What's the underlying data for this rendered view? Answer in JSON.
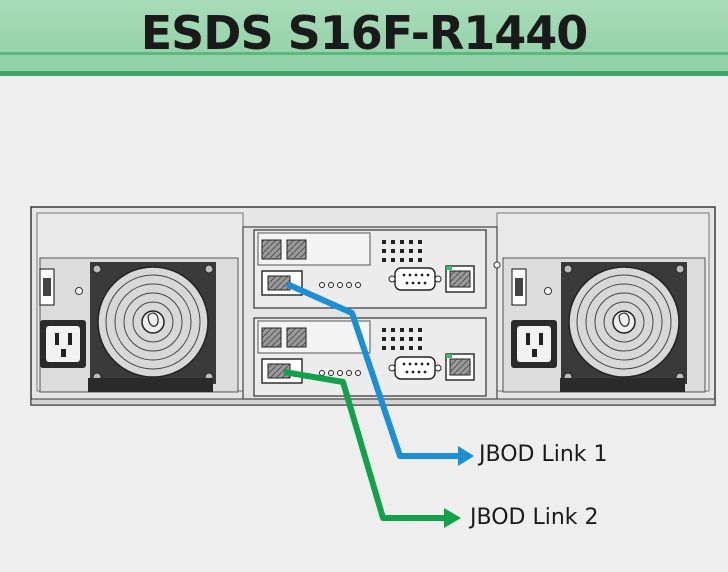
{
  "title": "ESDS S16F-R1440",
  "links": [
    {
      "label": "JBOD Link 1",
      "color": "#1a8fd6"
    },
    {
      "label": "JBOD Link 2",
      "color": "#11a14a"
    }
  ],
  "colors": {
    "banner": "#a8dcb8",
    "banner_border": "#3fa468",
    "chassis": "#e6e6e6",
    "outline": "#3a3a3a"
  },
  "icons": [
    "fan-icon",
    "power-socket-icon",
    "power-switch-icon",
    "sfp-port-icon",
    "serial-port-icon",
    "ethernet-port-icon",
    "status-led-icon"
  ]
}
